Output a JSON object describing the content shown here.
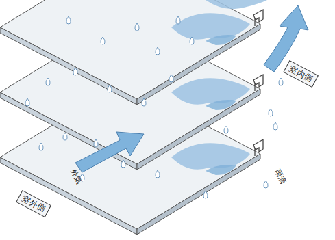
{
  "diagram": {
    "nodes": [
      {
        "text": [
          "室外側"
        ]
      },
      {
        "text": [
          "室内側"
        ]
      }
    ],
    "labels": [
      "外気",
      "雨滴"
    ]
  }
}
